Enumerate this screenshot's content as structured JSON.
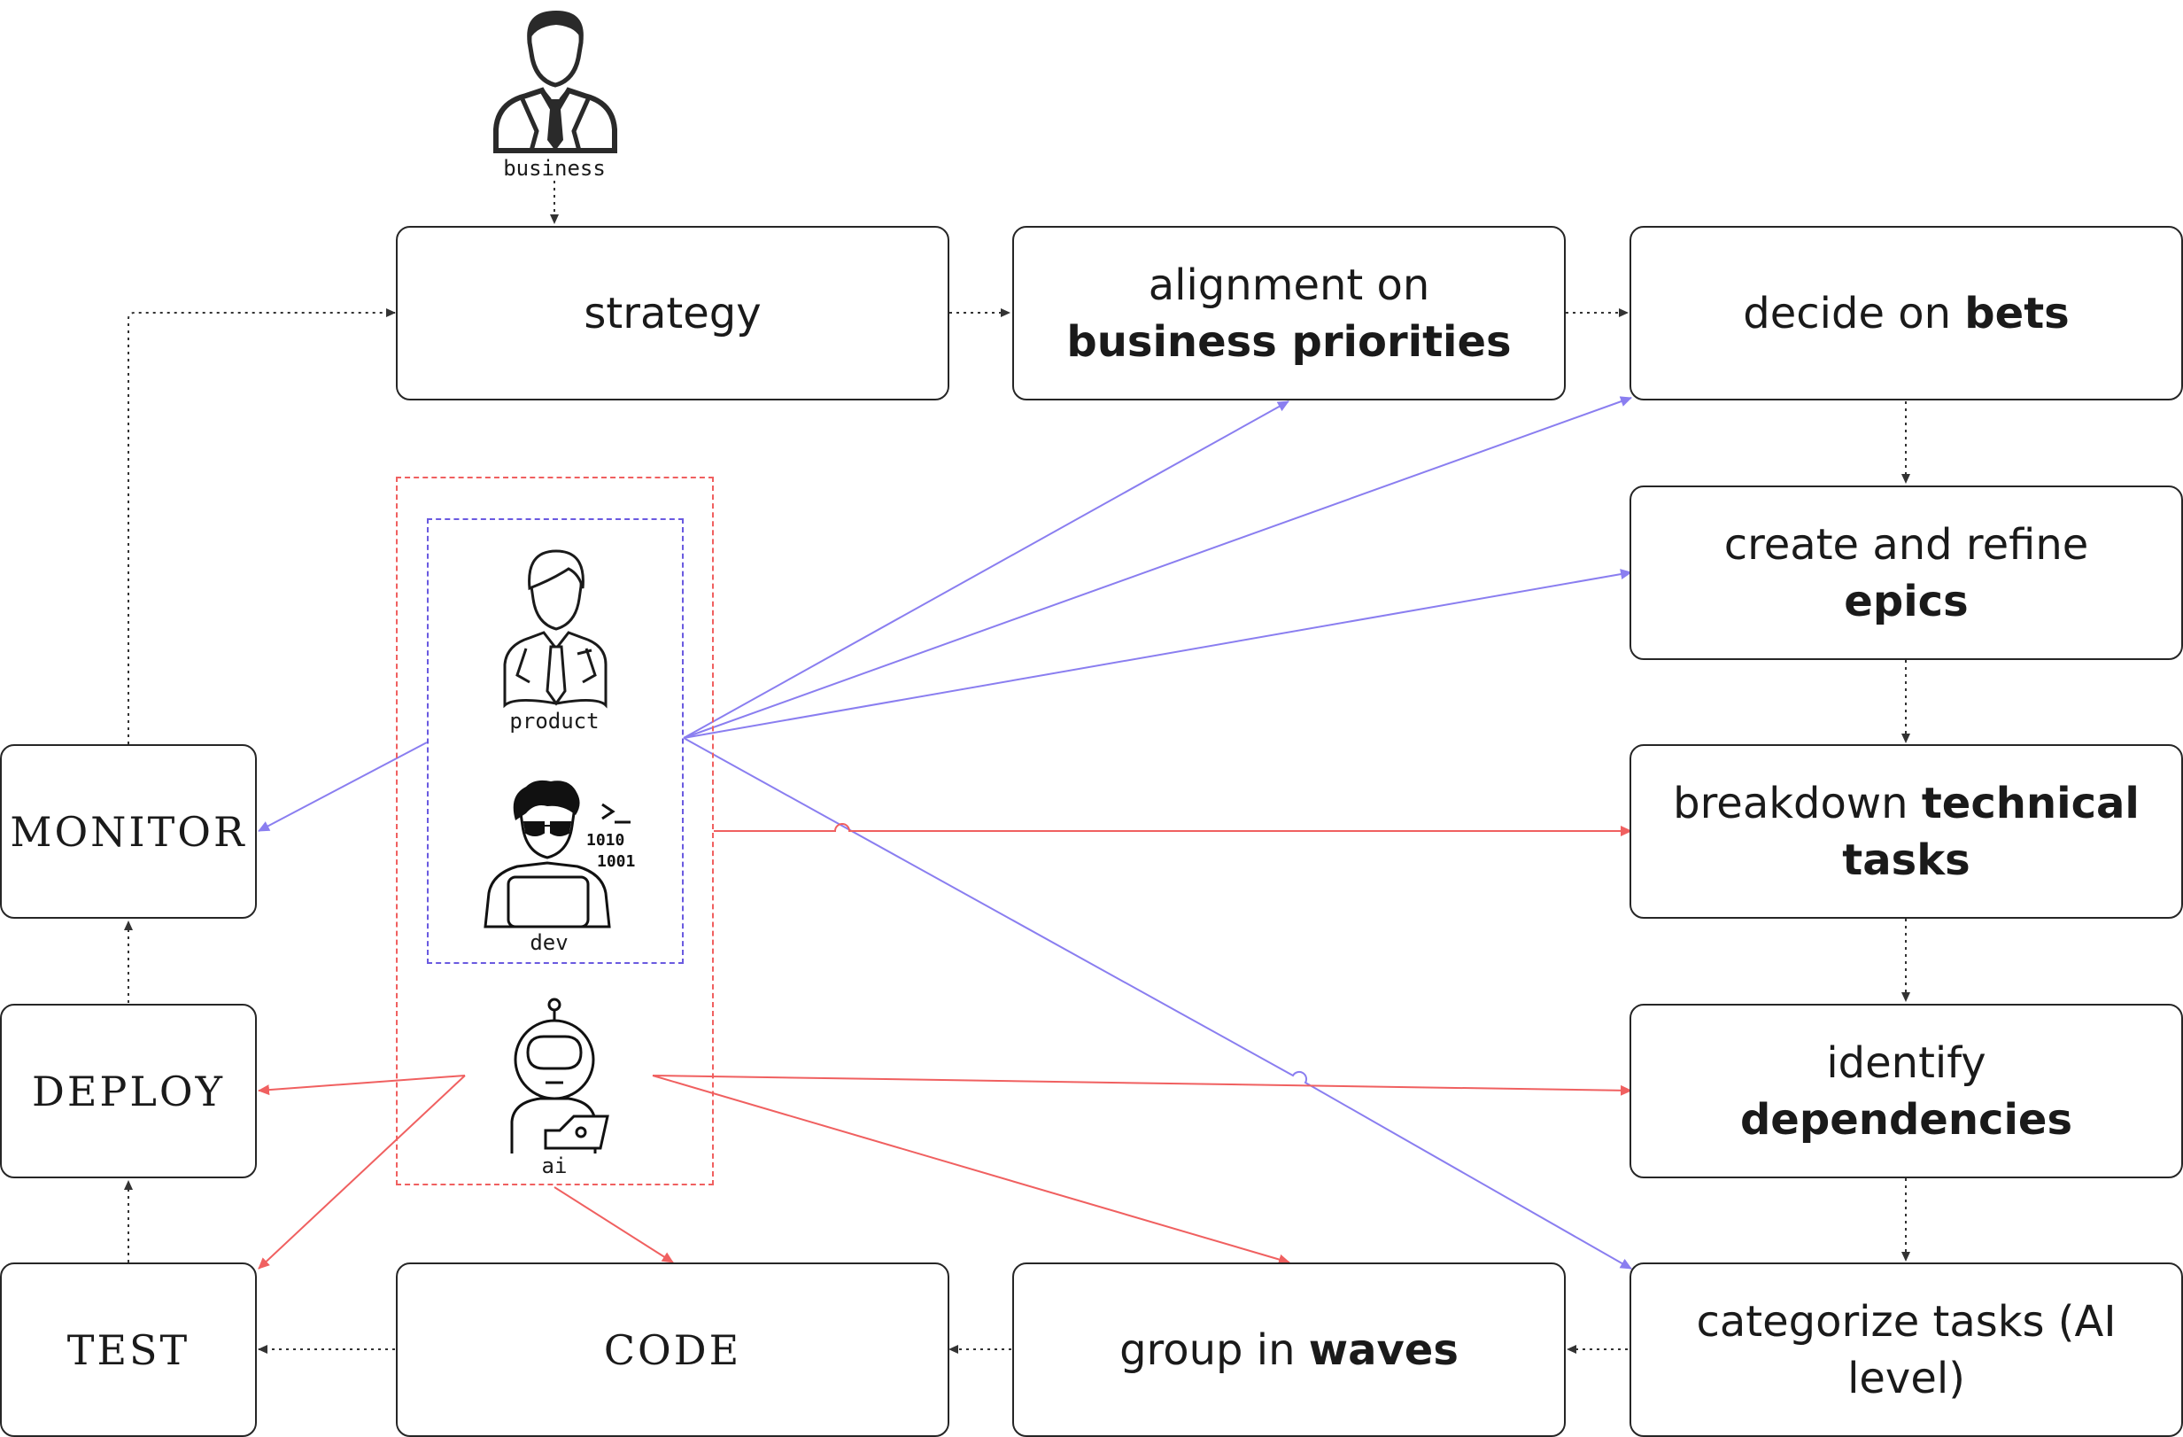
{
  "actors": {
    "business": "business",
    "product": "product",
    "dev": "dev",
    "ai": "ai"
  },
  "steps": {
    "strategy": "strategy",
    "alignment_prefix": "alignment on ",
    "alignment_bold": "business priorities",
    "bets_prefix": "decide on ",
    "bets_bold": "bets",
    "epics_prefix": "create and refine ",
    "epics_bold": "epics",
    "breakdown_prefix": "breakdown ",
    "breakdown_bold": "technical tasks",
    "deps_prefix": "identify ",
    "deps_bold": "dependencies",
    "categorize": "categorize tasks (AI level)",
    "waves_prefix": "group in ",
    "waves_bold": "waves",
    "code": "CODE",
    "test": "TEST",
    "deploy": "DEPLOY",
    "monitor": "MONITOR"
  },
  "colors": {
    "box_border": "#262626",
    "flow_arrow": "#333333",
    "product_dev_link": "#8a7ef0",
    "ai_link": "#f06060"
  }
}
